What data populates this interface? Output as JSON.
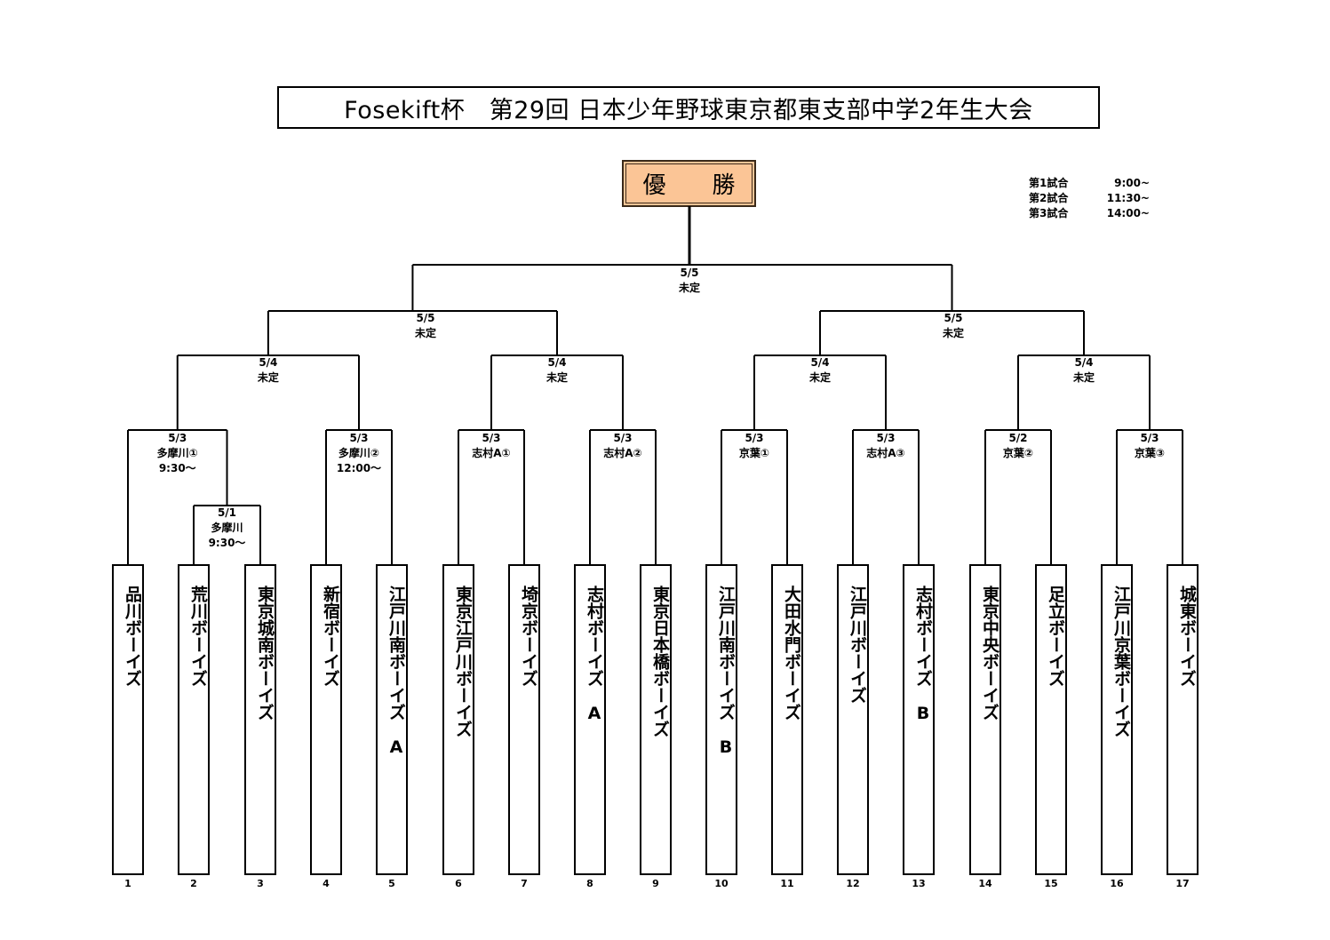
{
  "title": "Fosekift杯　第29回 日本少年野球東京都東支部中学2年生大会",
  "champion_label": "優　　勝",
  "schedule": [
    {
      "label": "第1試合",
      "time": "9:00~"
    },
    {
      "label": "第2試合",
      "time": "11:30~"
    },
    {
      "label": "第3試合",
      "time": "14:00~"
    }
  ],
  "matches": {
    "final": {
      "date": "5/5",
      "venue": "未定"
    },
    "semi_left": {
      "date": "5/5",
      "venue": "未定"
    },
    "semi_right": {
      "date": "5/5",
      "venue": "未定"
    },
    "qf1": {
      "date": "5/4",
      "venue": "未定"
    },
    "qf2": {
      "date": "5/4",
      "venue": "未定"
    },
    "qf3": {
      "date": "5/4",
      "venue": "未定"
    },
    "qf4": {
      "date": "5/4",
      "venue": "未定"
    },
    "r2_1": {
      "date": "5/3",
      "venue": "多摩川①",
      "time": "9:30～"
    },
    "r2_2": {
      "date": "5/3",
      "venue": "多摩川②",
      "time": "12:00～"
    },
    "r2_3": {
      "date": "5/3",
      "venue": "志村A①"
    },
    "r2_4": {
      "date": "5/3",
      "venue": "志村A②"
    },
    "r2_5": {
      "date": "5/3",
      "venue": "京葉①"
    },
    "r2_6": {
      "date": "5/3",
      "venue": "志村A③"
    },
    "r2_7": {
      "date": "5/2",
      "venue": "京葉②"
    },
    "r2_8": {
      "date": "5/3",
      "venue": "京葉③"
    },
    "r1_1": {
      "date": "5/1",
      "venue": "多摩川",
      "time": "9:30～"
    }
  },
  "teams": [
    {
      "num": "1",
      "name": "品川ボーイズ"
    },
    {
      "num": "2",
      "name": "荒川ボーイズ"
    },
    {
      "num": "3",
      "name": "東京城南ボーイズ"
    },
    {
      "num": "4",
      "name": "新宿ボーイズ"
    },
    {
      "num": "5",
      "name": "江戸川南ボーイズ　A"
    },
    {
      "num": "6",
      "name": "東京江戸川ボーイズ"
    },
    {
      "num": "7",
      "name": "埼京ボーイズ"
    },
    {
      "num": "8",
      "name": "志村ボーイズ　A"
    },
    {
      "num": "9",
      "name": "東京日本橋ボーイズ"
    },
    {
      "num": "10",
      "name": "江戸川南ボーイズ　B"
    },
    {
      "num": "11",
      "name": "大田水門ボーイズ"
    },
    {
      "num": "12",
      "name": "江戸川ボーイズ"
    },
    {
      "num": "13",
      "name": "志村ボーイズ　B"
    },
    {
      "num": "14",
      "name": "東京中央ボーイズ"
    },
    {
      "num": "15",
      "name": "足立ボーイズ"
    },
    {
      "num": "16",
      "name": "江戸川京葉ボーイズ"
    },
    {
      "num": "17",
      "name": "城東ボーイズ"
    }
  ],
  "colors": {
    "champion_fill": "#fbc596",
    "line": "#000000"
  }
}
